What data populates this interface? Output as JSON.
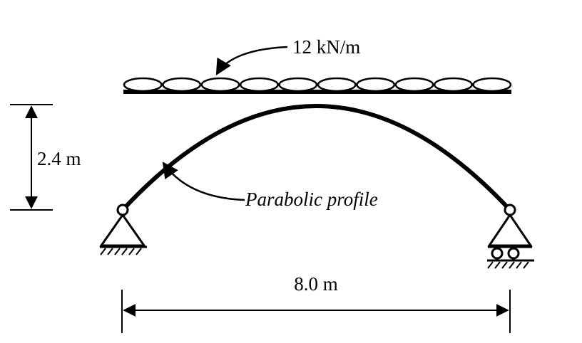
{
  "diagram": {
    "load_label": "12 kN/m",
    "rise_label": "2.4 m",
    "span_label": "8.0 m",
    "profile_label": "Parabolic profile",
    "load_segment_count": 10,
    "stroke_color": "#000000",
    "background_color": "#ffffff"
  }
}
